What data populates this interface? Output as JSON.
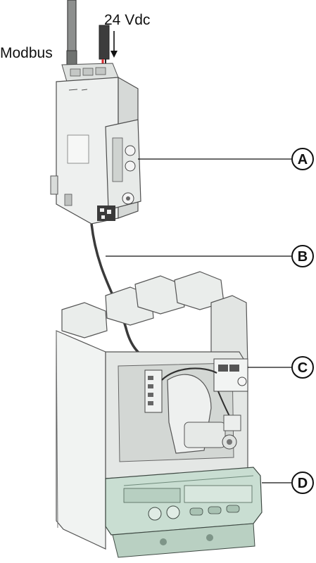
{
  "labels": {
    "modbus": "Modbus",
    "power": "24 Vdc"
  },
  "callouts": {
    "a": "A",
    "b": "B",
    "c": "C",
    "d": "D"
  },
  "colors": {
    "housing": "#e9ecea",
    "housing_edge": "#5a5f5c",
    "trip_unit": "#c9ded2",
    "red_wire": "#d8262a",
    "cable": "#3a3a3a"
  }
}
